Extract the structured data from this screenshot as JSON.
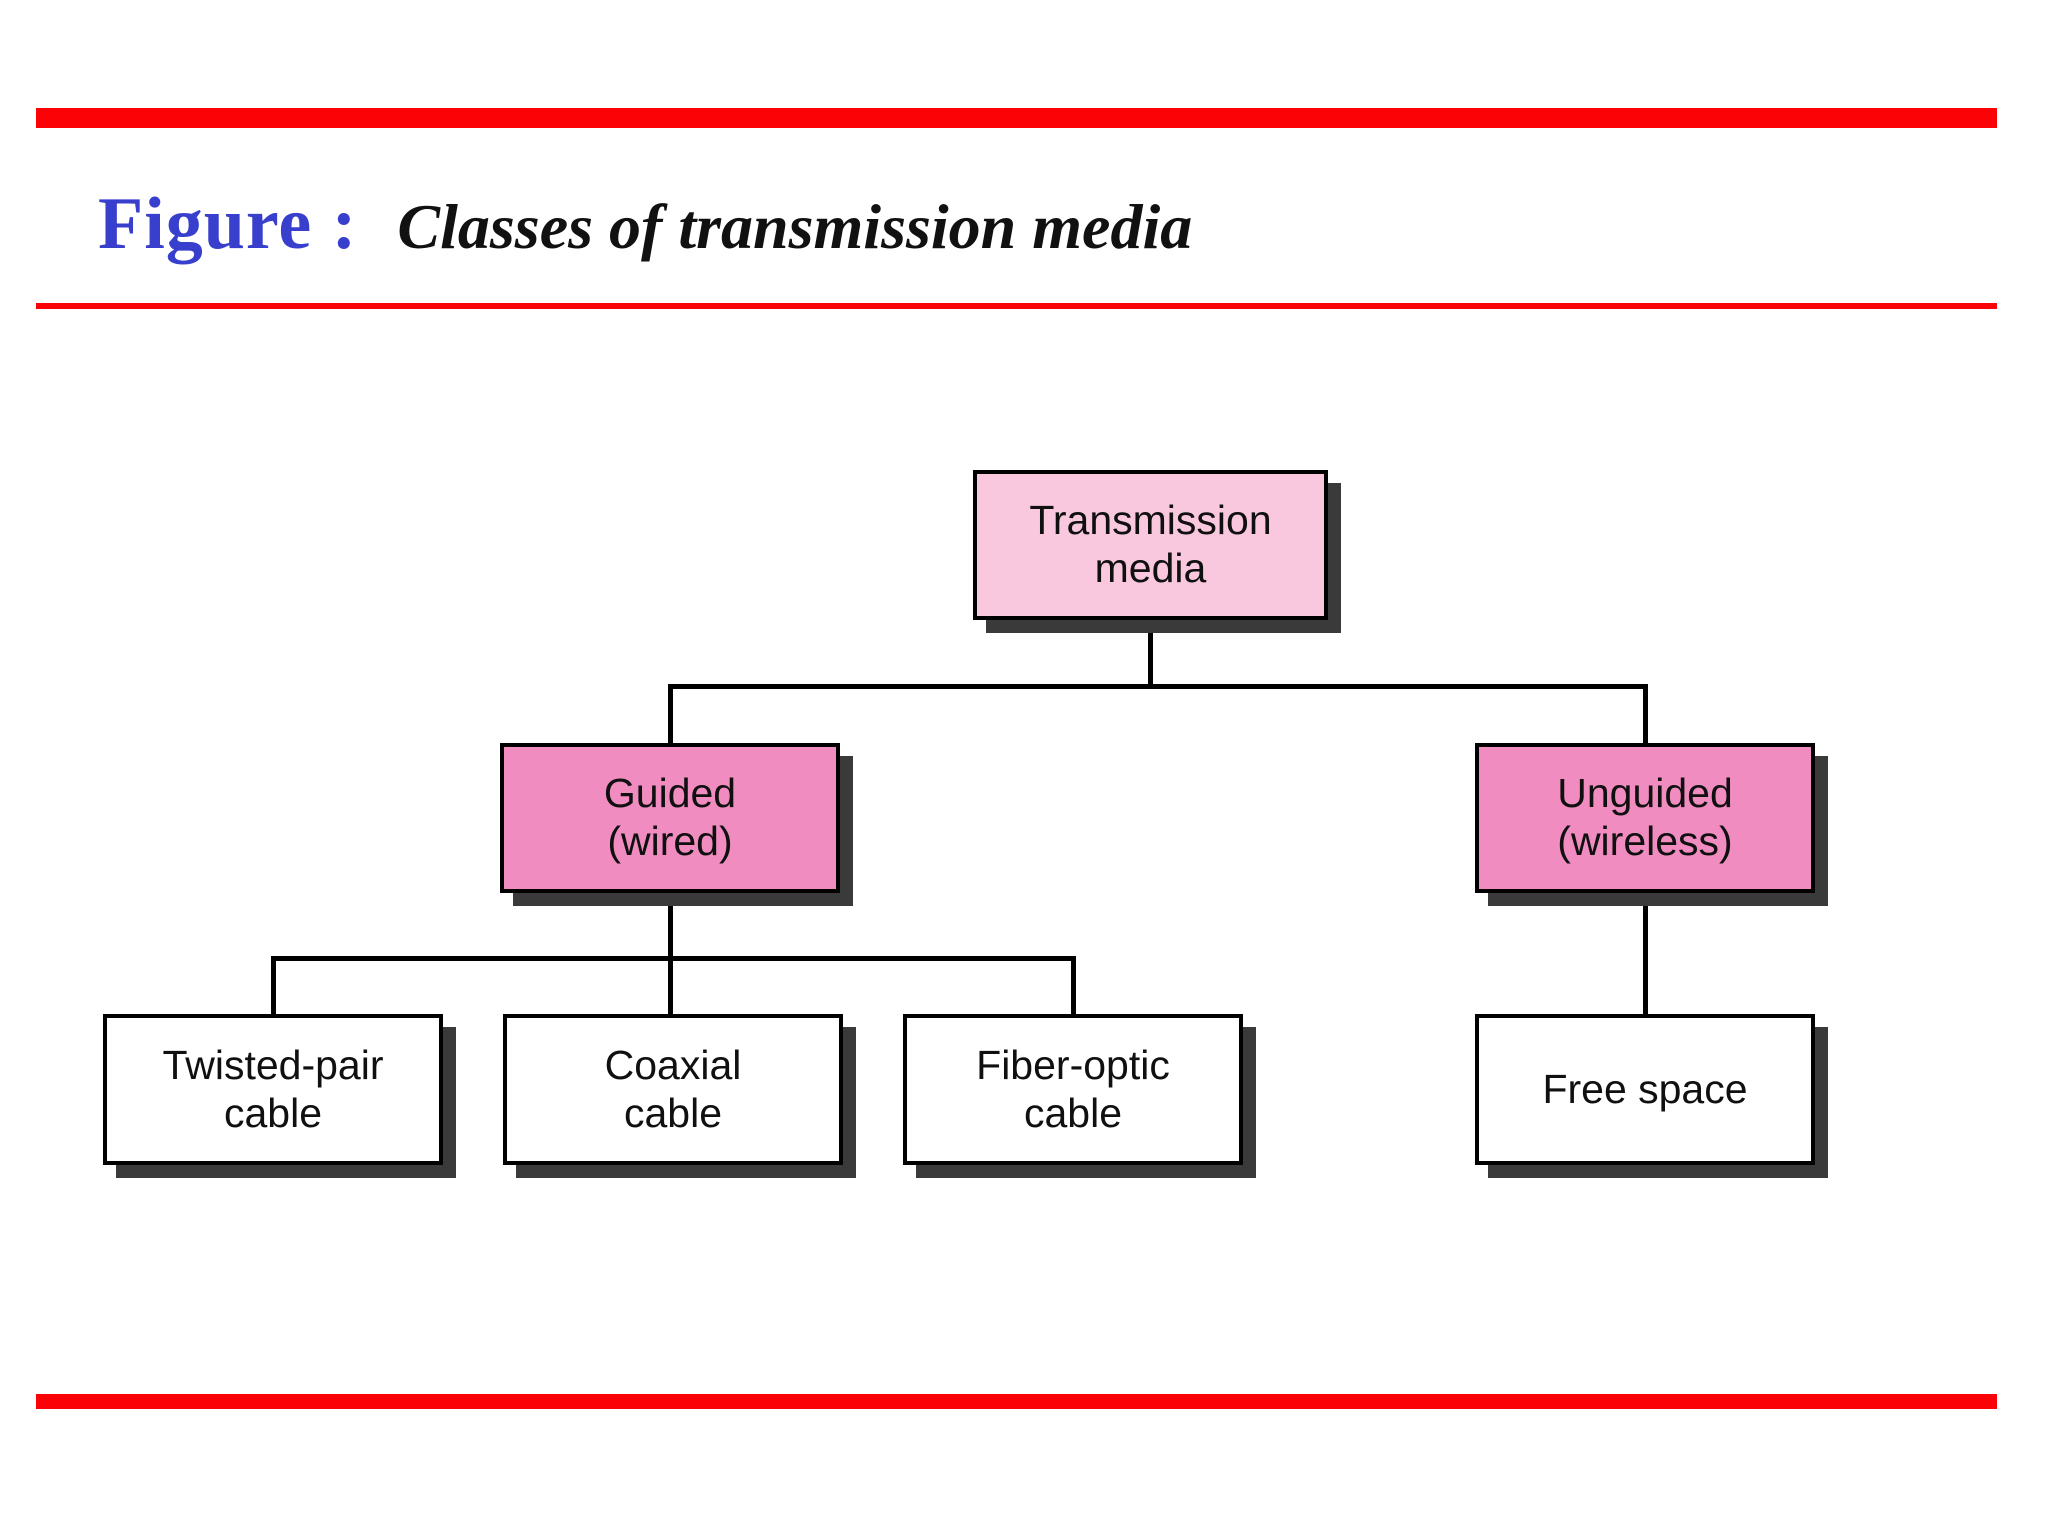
{
  "figure_header": {
    "label": "Figure :",
    "caption": "Classes of transmission media"
  },
  "diagram": {
    "type": "tree",
    "nodes": {
      "transmission": {
        "role": "root",
        "lines": [
          "Transmission",
          "media"
        ]
      },
      "guided": {
        "role": "branch",
        "lines": [
          "Guided",
          "(wired)"
        ]
      },
      "unguided": {
        "role": "branch",
        "lines": [
          "Unguided",
          "(wireless)"
        ]
      },
      "twisted_pair": {
        "role": "leaf",
        "lines": [
          "Twisted-pair",
          "cable"
        ]
      },
      "coaxial": {
        "role": "leaf",
        "lines": [
          "Coaxial",
          "cable"
        ]
      },
      "fiber_optic": {
        "role": "leaf",
        "lines": [
          "Fiber-optic",
          "cable"
        ]
      },
      "free_space": {
        "role": "leaf",
        "lines": [
          "Free space"
        ]
      }
    },
    "edges": [
      [
        "transmission",
        "guided"
      ],
      [
        "transmission",
        "unguided"
      ],
      [
        "guided",
        "twisted_pair"
      ],
      [
        "guided",
        "coaxial"
      ],
      [
        "guided",
        "fiber_optic"
      ],
      [
        "unguided",
        "free_space"
      ]
    ]
  },
  "colors": {
    "rule_red": "#FB0207",
    "figure_label_blue": "#383FCC",
    "root_box_fill": "#F9C8DE",
    "branch_box_fill": "#F18CC1",
    "leaf_box_fill": "#FFFFFF",
    "box_border": "#000000",
    "box_shadow": "#3A3A3A"
  }
}
